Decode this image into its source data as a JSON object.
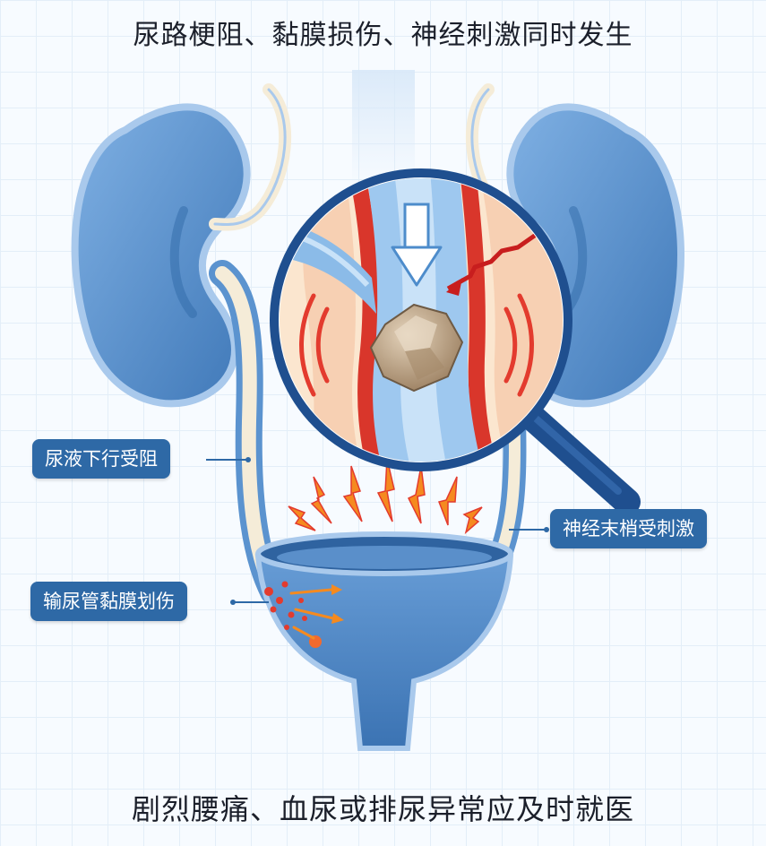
{
  "header": {
    "title": "尿路梗阻、黏膜损伤、神经刺激同时发生"
  },
  "callouts": {
    "urine_blocked": "尿液下行受阻",
    "mucosa_scratched": "输尿管黏膜划伤",
    "nerve_stimulated": "神经末梢受刺激"
  },
  "footer": {
    "title": "剧烈腰痛、血尿或排尿异常应及时就医"
  },
  "colors": {
    "kidney": "#5b93cf",
    "kidney_dark": "#3f78b8",
    "bladder": "#4f86c4",
    "ureter": "#f5ecd8",
    "callout_bg": "#2e69a6",
    "inflammation_red": "#e33b2e",
    "pain_orange": "#f58a1f",
    "stone": "#c5ab8b",
    "magnifier_handle": "#1f4f8f"
  },
  "icons": {
    "magnifier": "magnifier-icon",
    "stone": "kidney-stone-icon",
    "flow_arrow": "down-arrow-icon",
    "pain_spark": "pain-spark-icon"
  }
}
